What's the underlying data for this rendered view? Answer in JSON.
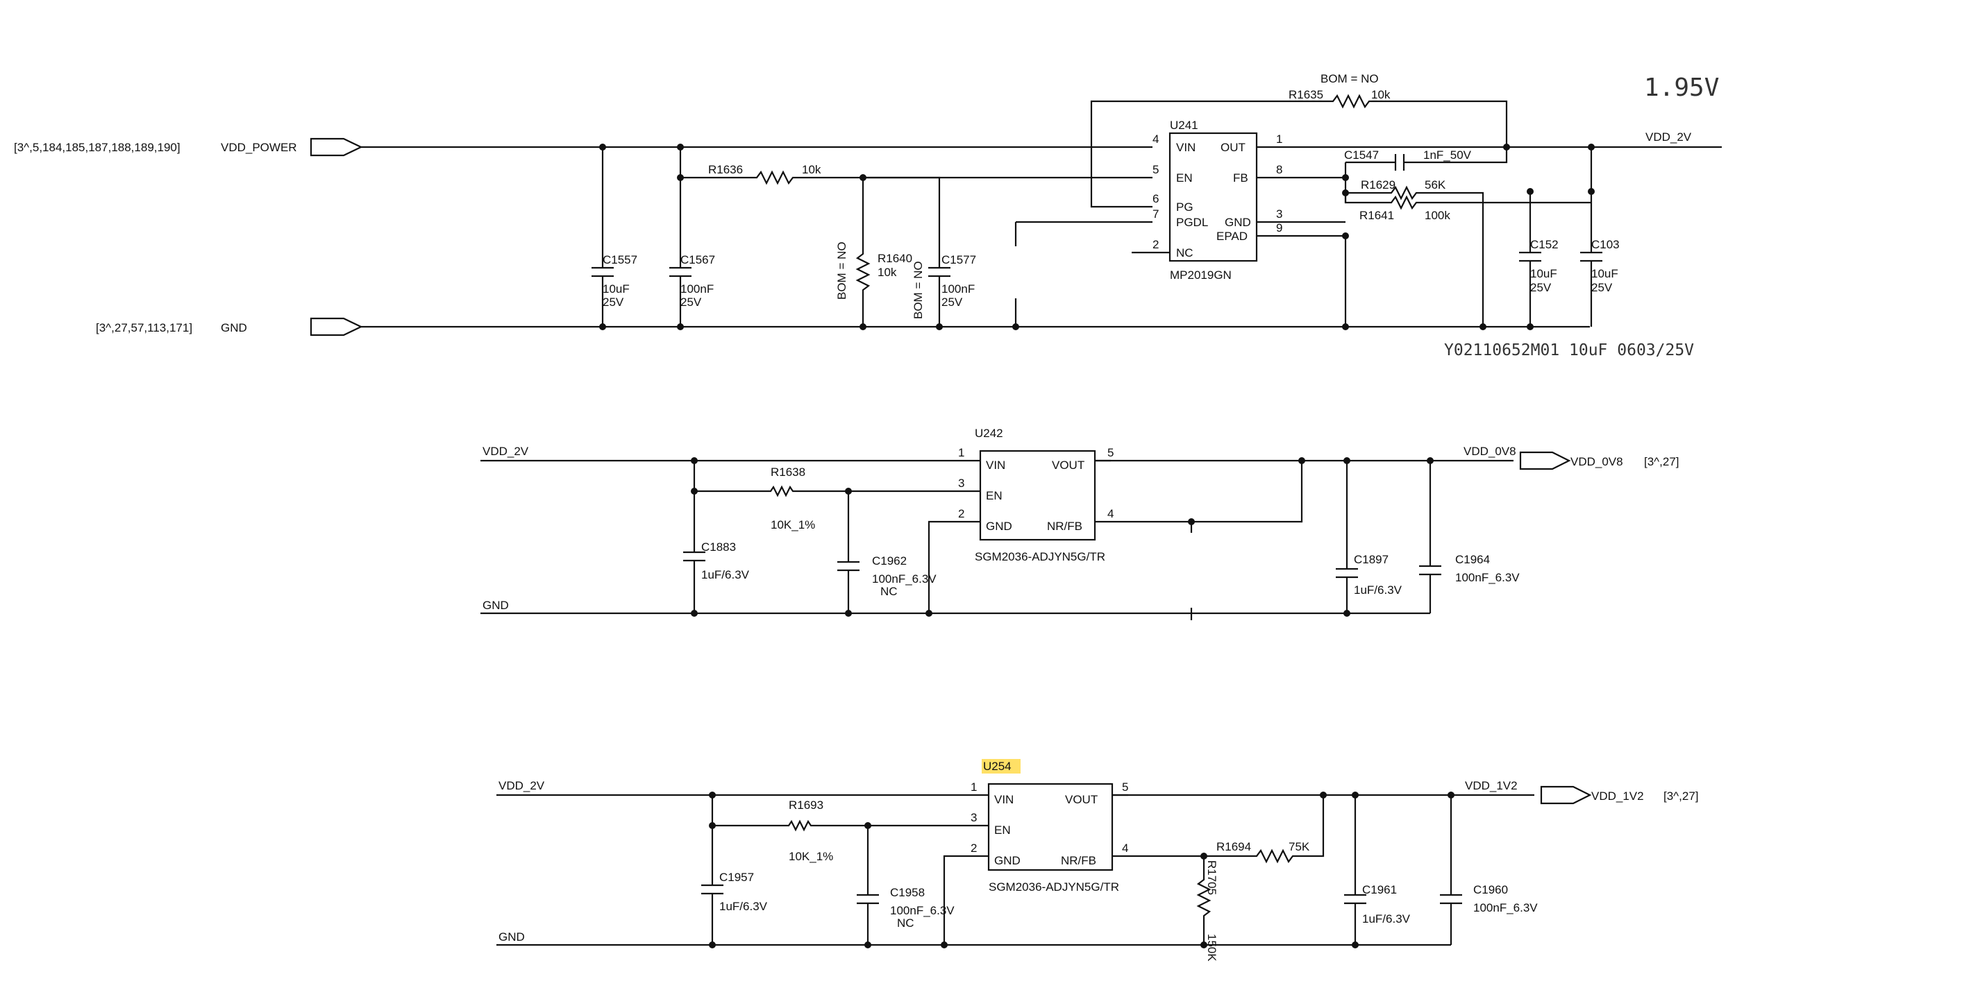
{
  "refs": {
    "power_in": "[3^,5,184,185,187,188,189,190]",
    "gnd_in": "[3^,27,57,113,171]",
    "vdd_0v8_out": "[3^,27]",
    "vdd_1v2_out": "[3^,27]"
  },
  "nets": {
    "vdd_power": "VDD_POWER",
    "gnd": "GND",
    "vdd_2v": "VDD_2V",
    "vdd_0v8": "VDD_0V8",
    "vdd_1v2": "VDD_1V2"
  },
  "notes": {
    "voltage": "1.95V",
    "part_note": "Y02110652M01 10uF 0603/25V",
    "bom_no": "BOM = NO",
    "nc": "NC"
  },
  "u241": {
    "ref": "U241",
    "part": "MP2019GN",
    "pins": {
      "vin": "VIN",
      "en": "EN",
      "pg": "PG",
      "pgdl": "PGDL",
      "nc": "NC",
      "out": "OUT",
      "fb": "FB",
      "gnd": "GND",
      "epad": "EPAD"
    },
    "pin_nums": {
      "vin": "4",
      "en": "5",
      "pg": "6",
      "pgdl": "7",
      "nc": "2",
      "out": "1",
      "fb": "8",
      "gnd": "3",
      "epad": "9"
    }
  },
  "u242": {
    "ref": "U242",
    "part": "SGM2036-ADJYN5G/TR",
    "pins": {
      "vin": "VIN",
      "en": "EN",
      "gnd": "GND",
      "vout": "VOUT",
      "nrfb": "NR/FB"
    },
    "pin_nums": {
      "vin": "1",
      "en": "3",
      "gnd": "2",
      "vout": "5",
      "nrfb": "4"
    }
  },
  "u254": {
    "ref": "U254",
    "part": "SGM2036-ADJYN5G/TR",
    "pins": {
      "vin": "VIN",
      "en": "EN",
      "gnd": "GND",
      "vout": "VOUT",
      "nrfb": "NR/FB"
    },
    "pin_nums": {
      "vin": "1",
      "en": "3",
      "gnd": "2",
      "vout": "5",
      "nrfb": "4"
    }
  },
  "components": {
    "c1557": {
      "ref": "C1557",
      "v1": "10uF",
      "v2": "25V"
    },
    "c1567": {
      "ref": "C1567",
      "v1": "100nF",
      "v2": "25V"
    },
    "r1636": {
      "ref": "R1636",
      "val": "10k"
    },
    "r1640": {
      "ref": "R1640",
      "val": "10k"
    },
    "c1577": {
      "ref": "C1577",
      "v1": "100nF",
      "v2": "25V"
    },
    "r1635": {
      "ref": "R1635",
      "val": "10k"
    },
    "c1547": {
      "ref": "C1547",
      "val": "1nF_50V"
    },
    "r1629": {
      "ref": "R1629",
      "val": "56K"
    },
    "r1641": {
      "ref": "R1641",
      "val": "100k"
    },
    "c152": {
      "ref": "C152",
      "v1": "10uF",
      "v2": "25V"
    },
    "c103": {
      "ref": "C103",
      "v1": "10uF",
      "v2": "25V"
    },
    "r1638": {
      "ref": "R1638",
      "val": "10K_1%"
    },
    "c1883": {
      "ref": "C1883",
      "val": "1uF/6.3V"
    },
    "c1962": {
      "ref": "C1962",
      "val": "100nF_6.3V"
    },
    "c1897": {
      "ref": "C1897",
      "val": "1uF/6.3V"
    },
    "c1964": {
      "ref": "C1964",
      "val": "100nF_6.3V"
    },
    "r1693": {
      "ref": "R1693",
      "val": "10K_1%"
    },
    "c1957": {
      "ref": "C1957",
      "val": "1uF/6.3V"
    },
    "c1958": {
      "ref": "C1958",
      "val": "100nF_6.3V"
    },
    "r1694": {
      "ref": "R1694",
      "val": "75K"
    },
    "r1705": {
      "ref": "R1705",
      "val": "150K"
    },
    "c1961": {
      "ref": "C1961",
      "val": "1uF/6.3V"
    },
    "c1960": {
      "ref": "C1960",
      "val": "100nF_6.3V"
    }
  },
  "colors": {
    "wire": "#111111",
    "highlight": "#ffe066"
  }
}
